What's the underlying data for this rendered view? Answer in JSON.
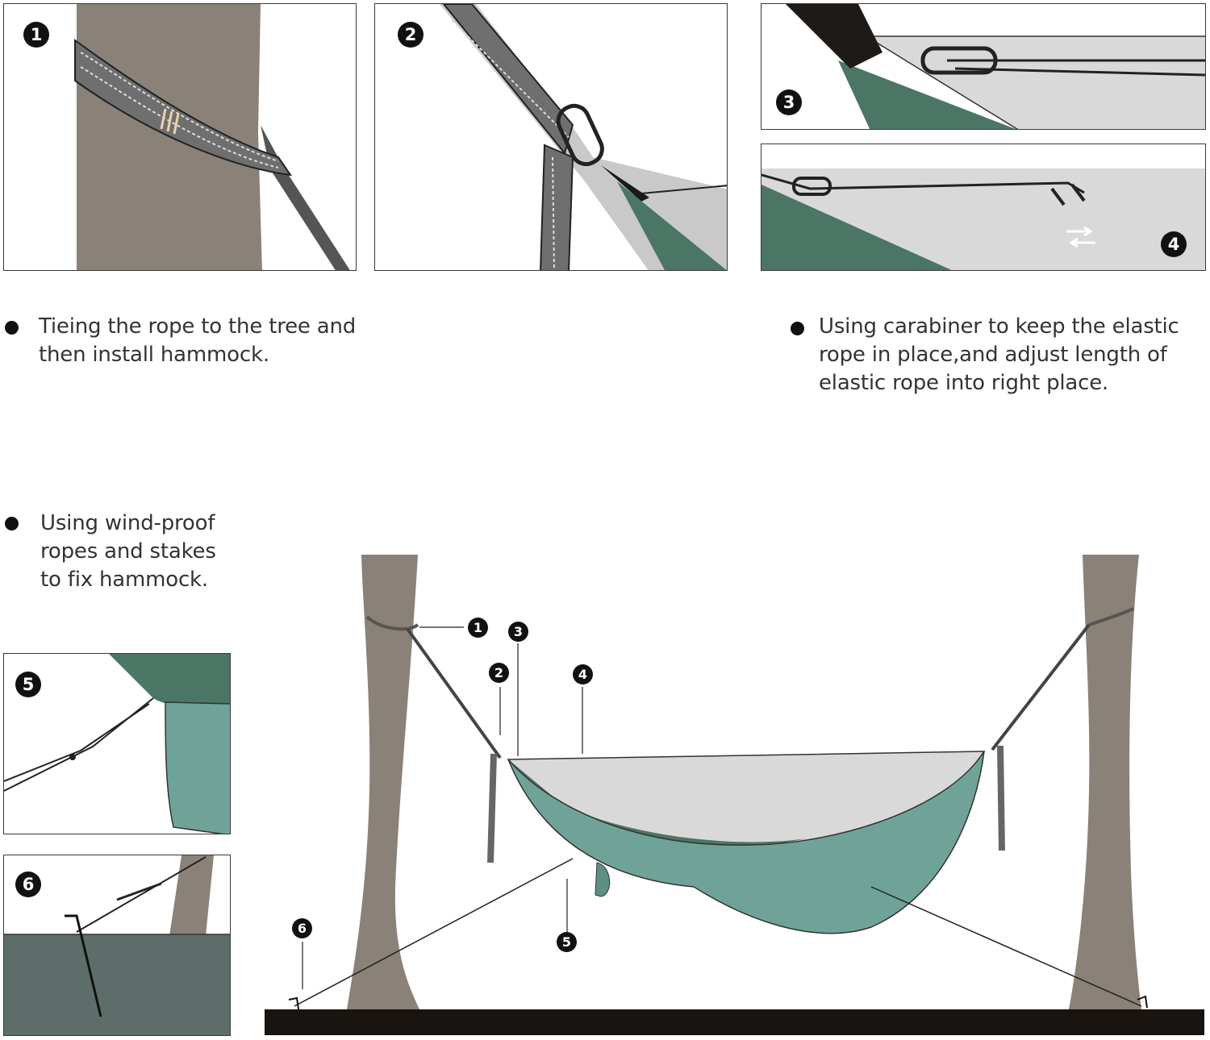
{
  "colors": {
    "tree": "#8a8178",
    "strap": "#7a7a7a",
    "hammock_dark": "#4b7565",
    "hammock_light": "#6fa398",
    "tarp": "#d9d9d9",
    "ground": "#1a1410",
    "outline": "#222222"
  },
  "steps": [
    {
      "number": "1"
    },
    {
      "number": "2"
    },
    {
      "number": "3"
    },
    {
      "number": "4"
    },
    {
      "number": "5"
    },
    {
      "number": "6"
    }
  ],
  "captions": {
    "tie_rope": {
      "line1": "Tieing the rope to the tree and",
      "line2": "then install hammock."
    },
    "carabiner": {
      "line1": "Using carabiner to keep the elastic",
      "line2": "rope in place,and adjust length of",
      "line3": "elastic rope into right place."
    },
    "wind_proof": {
      "line1": "Using wind-proof",
      "line2": "ropes and stakes",
      "line3": "to fix hammock."
    }
  },
  "callouts": [
    "1",
    "2",
    "3",
    "4",
    "5",
    "6"
  ],
  "icons": {
    "adjust_arrows": "double-arrow-icon",
    "bullet": "bullet-dot-icon"
  }
}
